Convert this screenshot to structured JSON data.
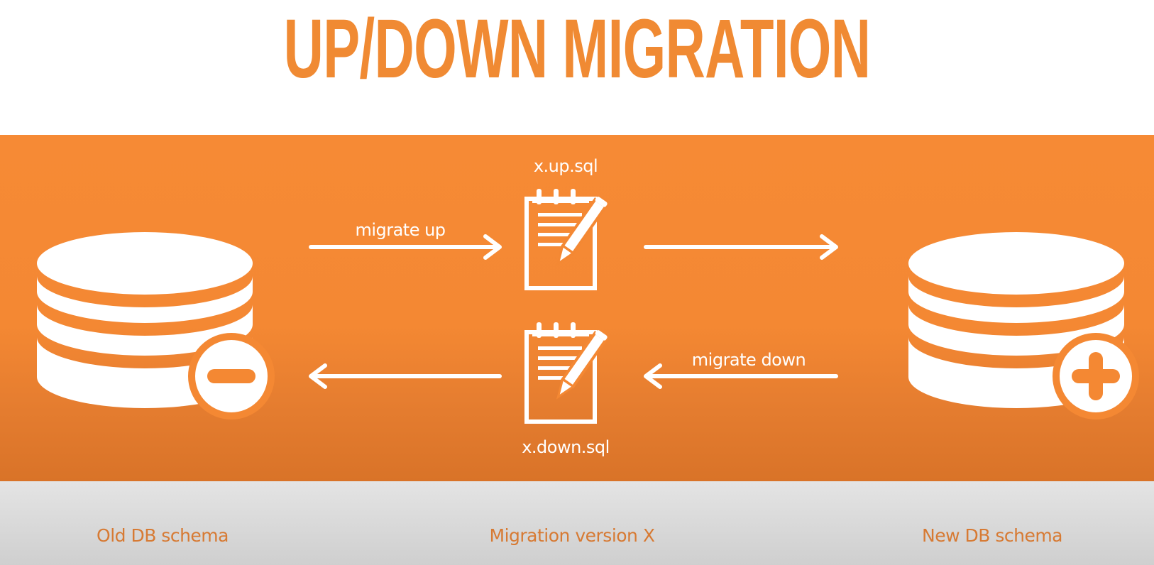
{
  "title": "UP/DOWN MIGRATION",
  "files": {
    "up": "x.up.sql",
    "down": "x.down.sql"
  },
  "arrows": {
    "up_label": "migrate up",
    "down_label": "migrate down"
  },
  "footer": {
    "old": "Old DB schema",
    "migration": "Migration version X",
    "new": "New DB schema"
  },
  "icons": {
    "old_db": "database-minus-icon",
    "new_db": "database-plus-icon",
    "up_file": "notepad-pencil-icon",
    "down_file": "notepad-pencil-icon"
  },
  "colors": {
    "accent": "#f68a35",
    "footer_text": "#d77a33",
    "white": "#ffffff"
  }
}
